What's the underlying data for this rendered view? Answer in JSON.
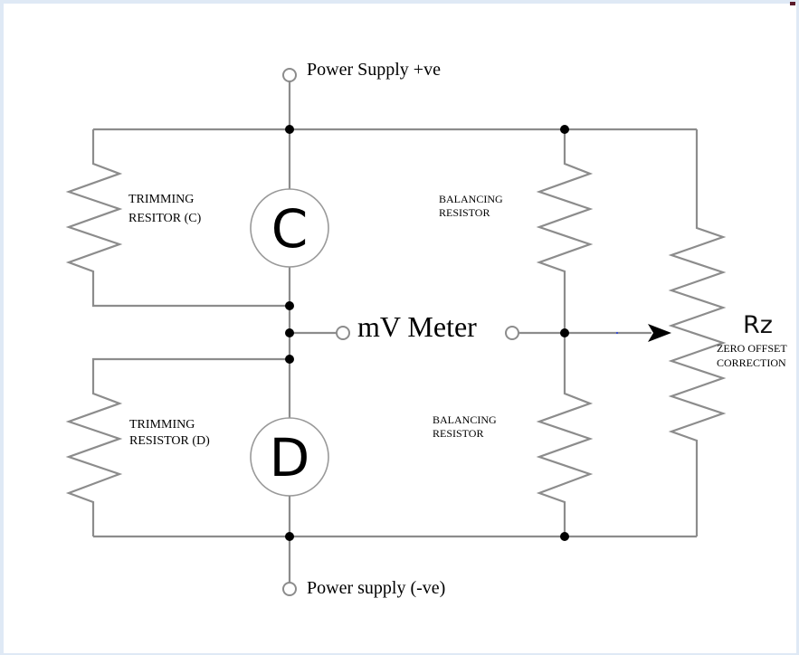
{
  "diagram": {
    "type": "wheatstone-bridge-circuit",
    "labels": {
      "power_positive": "Power Supply +ve",
      "power_negative": "Power supply (-ve)",
      "meter": "mV Meter",
      "trimming_c_line1": "TRIMMING",
      "trimming_c_line2": "RESITOR (C)",
      "trimming_d_line1": "TRIMMING",
      "trimming_d_line2": "RESISTOR (D)",
      "balancing_top_line1": "BALANCING",
      "balancing_top_line2": "RESISTOR",
      "balancing_bottom_line1": "BALANCING",
      "balancing_bottom_line2": "RESISTOR",
      "rz": "Rz",
      "rz_desc_line1": "ZERO OFFSET",
      "rz_desc_line2": "CORRECTION"
    },
    "elements": {
      "gauge_c": "C",
      "gauge_d": "D"
    },
    "colors": {
      "wire": "#8c8c8c",
      "node": "#000000",
      "background": "#ffffff",
      "frame": "#dfe9f5"
    }
  }
}
